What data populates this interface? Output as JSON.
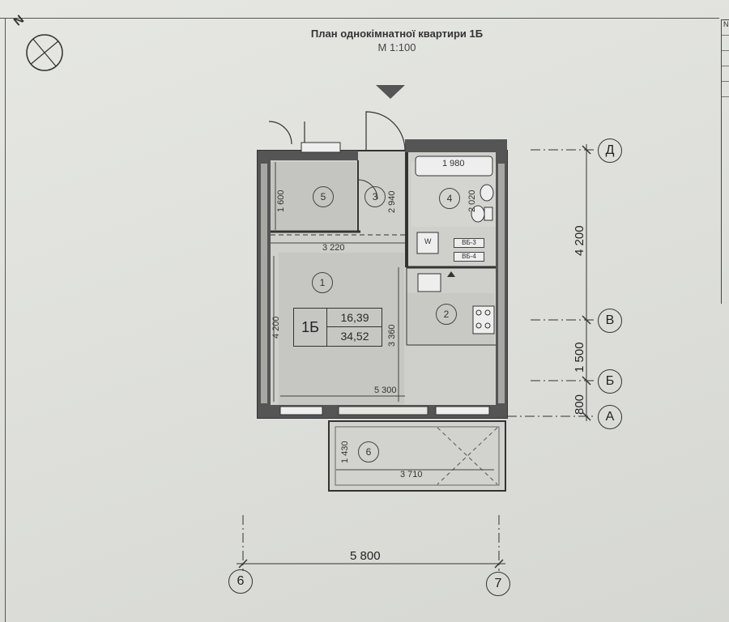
{
  "header": {
    "title": "План однокімнатної квартири 1Б",
    "scale": "М 1:100",
    "north_letter": "N"
  },
  "apartment": {
    "code": "1Б",
    "living_area": "16,39",
    "total_area": "34,52"
  },
  "rooms": [
    "1",
    "2",
    "3",
    "4",
    "5",
    "6"
  ],
  "room_dimensions": {
    "corridor_width": "3 220",
    "corridor_height": "1 600",
    "hall_depth": "2 940",
    "bath_length": "1 980",
    "bath_depth": "2 020",
    "living_height": "4 200",
    "kitchen_height": "3 360",
    "interior_width": "5 300",
    "balcony_depth": "1 430",
    "balcony_width": "3 710"
  },
  "fixtures": {
    "washer": "W",
    "shaft_1": "ВБ-3",
    "shaft_2": "ВБ-4"
  },
  "axis_dimensions": {
    "d_to_v": "4 200",
    "v_to_b": "1 500",
    "b_to_a": "800",
    "overall_width": "5 800"
  },
  "axes": {
    "row": [
      "Д",
      "В",
      "Б",
      "А"
    ],
    "column": [
      "6",
      "7"
    ]
  },
  "side_table": {
    "header": "N"
  }
}
